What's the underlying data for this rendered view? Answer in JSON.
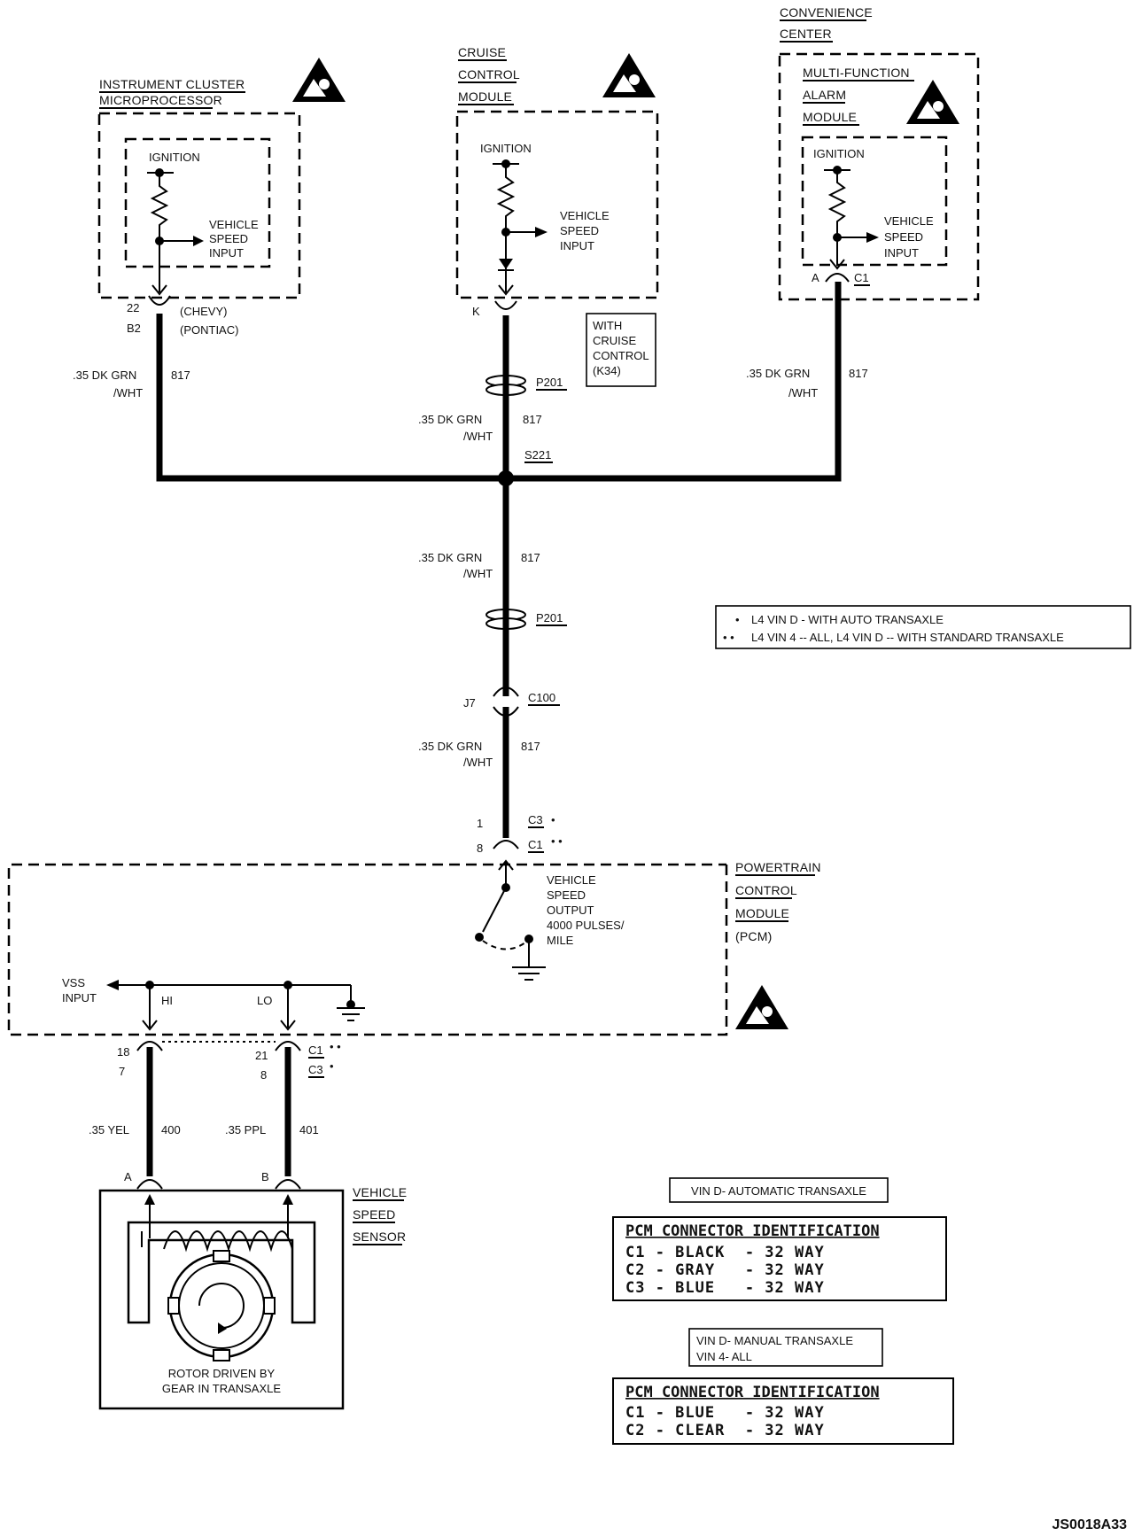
{
  "modules": {
    "instrument_cluster": {
      "title": [
        "INSTRUMENT CLUSTER",
        "MICROPROCESSOR"
      ],
      "ignition": "IGNITION",
      "input": [
        "VEHICLE",
        "SPEED",
        "INPUT"
      ],
      "pins": [
        "22",
        "B2"
      ],
      "variants": [
        "(CHEVY)",
        "(PONTIAC)"
      ]
    },
    "cruise_control": {
      "title": [
        "CRUISE",
        "CONTROL",
        "MODULE"
      ],
      "ignition": "IGNITION",
      "input": [
        "VEHICLE",
        "SPEED",
        "INPUT"
      ],
      "pin": "K",
      "note": [
        "WITH",
        "CRUISE",
        "CONTROL",
        "(K34)"
      ]
    },
    "convenience_center": {
      "title": [
        "CONVENIENCE",
        "CENTER"
      ],
      "subtitle": [
        "MULTI-FUNCTION",
        "ALARM",
        "MODULE"
      ],
      "ignition": "IGNITION",
      "input": [
        "VEHICLE",
        "SPEED",
        "INPUT"
      ],
      "pin": "A",
      "connector": "C1"
    },
    "pcm": {
      "title": [
        "POWERTRAIN",
        "CONTROL",
        "MODULE",
        "(PCM)"
      ],
      "output": [
        "VEHICLE",
        "SPEED",
        "OUTPUT",
        "4000 PULSES/",
        "MILE"
      ],
      "vss": [
        "VSS",
        "INPUT"
      ],
      "hi": "HI",
      "lo": "LO",
      "top_pins": [
        "1",
        "8"
      ],
      "top_conn": [
        "C3",
        "C1"
      ],
      "left_pins": [
        "18",
        "7"
      ],
      "right_pins": [
        "21",
        "8"
      ],
      "bottom_conn": [
        "C1",
        "C3"
      ]
    },
    "vss_sensor": {
      "title": [
        "VEHICLE",
        "SPEED",
        "SENSOR"
      ],
      "rotor": [
        "ROTOR DRIVEN BY",
        "GEAR IN TRANSAXLE"
      ],
      "pin_a": "A",
      "pin_b": "B"
    }
  },
  "wires": {
    "left": {
      "gauge": ".35 DK GRN",
      "color": "/WHT",
      "circuit": "817"
    },
    "cruise": {
      "gauge": ".35 DK GRN",
      "color": "/WHT",
      "circuit": "817"
    },
    "right": {
      "gauge": ".35 DK GRN",
      "color": "/WHT",
      "circuit": "817"
    },
    "trunk1": {
      "gauge": ".35 DK GRN",
      "color": "/WHT",
      "circuit": "817"
    },
    "trunk2": {
      "gauge": ".35 DK GRN",
      "color": "/WHT",
      "circuit": "817"
    },
    "vss_hi": {
      "gauge": ".35 YEL",
      "circuit": "400"
    },
    "vss_lo": {
      "gauge": ".35 PPL",
      "circuit": "401"
    }
  },
  "connectors": {
    "p201_top": "P201",
    "s221": "S221",
    "p201_mid": "P201",
    "c100": "C100",
    "c100_pin": "J7"
  },
  "legend": {
    "single": "•",
    "double": "• •",
    "items": [
      "L4 VIN D - WITH AUTO TRANSAXLE",
      "L4 VIN 4 -- ALL, L4 VIN D -- WITH STANDARD TRANSAXLE"
    ]
  },
  "table1": {
    "header": "VIN D- AUTOMATIC TRANSAXLE",
    "title": "PCM CONNECTOR IDENTIFICATION",
    "rows": [
      "C1 - BLACK  - 32 WAY",
      "C2 - GRAY   - 32 WAY",
      "C3 - BLUE   - 32 WAY"
    ]
  },
  "table2": {
    "header": [
      "VIN D- MANUAL TRANSAXLE",
      "VIN 4- ALL"
    ],
    "title": "PCM CONNECTOR IDENTIFICATION",
    "rows": [
      "C1 - BLUE   - 32 WAY",
      "C2 - CLEAR  - 32 WAY"
    ]
  },
  "figure_id": "JS0018A33"
}
